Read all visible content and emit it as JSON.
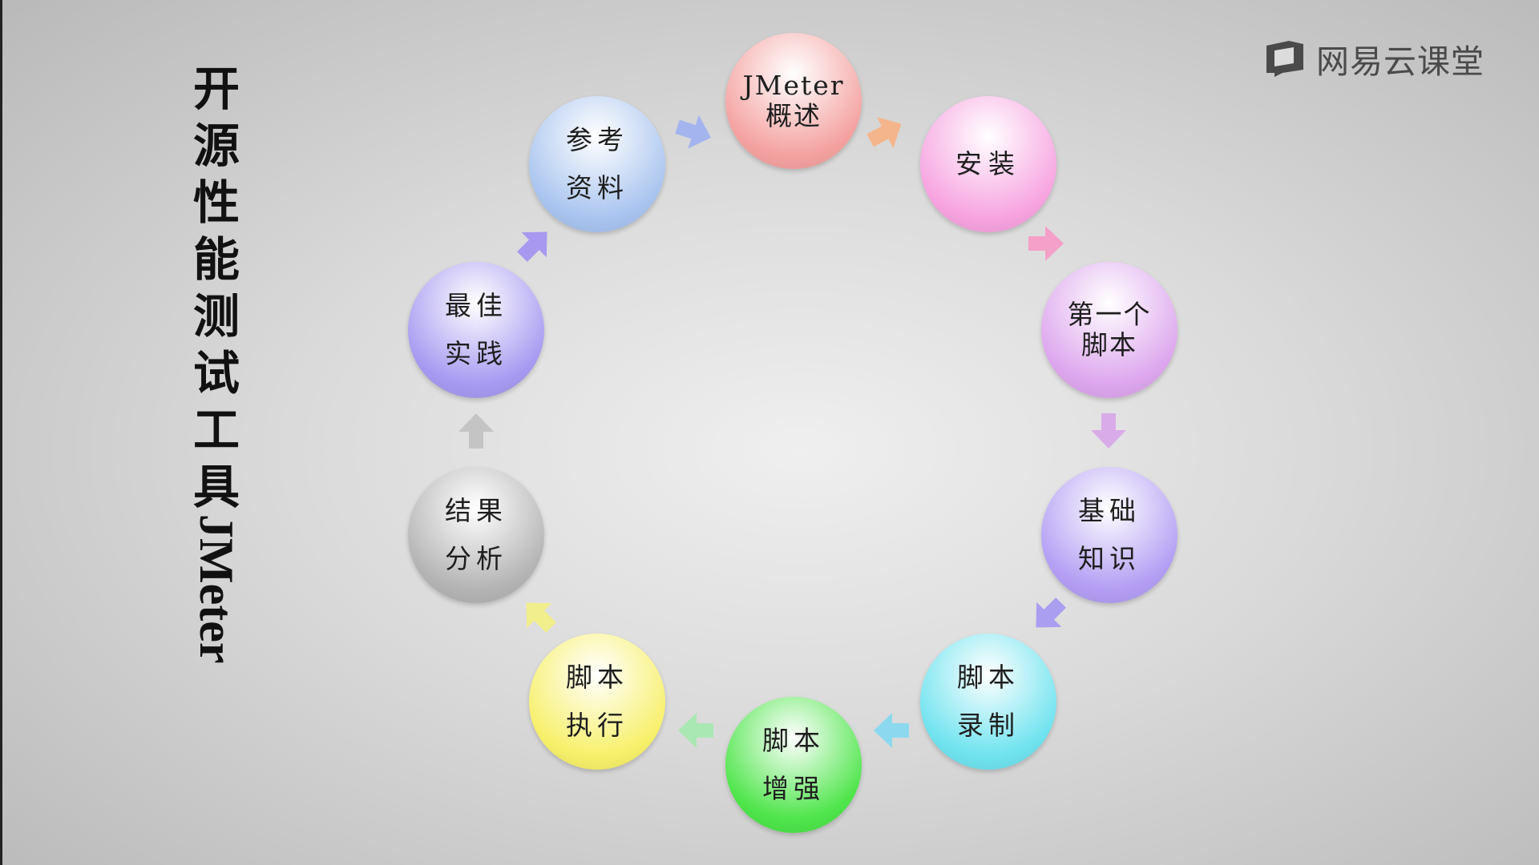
{
  "title": {
    "vertical_cjk": [
      "开",
      "源",
      "性",
      "能",
      "测",
      "试",
      "工",
      "具"
    ],
    "vertical_latin": "JMeter"
  },
  "brand": {
    "text": "网易云课堂",
    "icon": "book-icon",
    "color": "#4a4a4a"
  },
  "steps": [
    {
      "lines": [
        "JMeter",
        "概述"
      ],
      "color": "#f4a2a0"
    },
    {
      "lines": [
        "安装"
      ],
      "color": "#f7a3e0"
    },
    {
      "lines": [
        "第一个",
        "脚本"
      ],
      "color": "#dda6ee"
    },
    {
      "lines": [
        "基础",
        "知识"
      ],
      "color": "#b39ef4"
    },
    {
      "lines": [
        "脚本",
        "录制"
      ],
      "color": "#6fe3ef"
    },
    {
      "lines": [
        "脚本",
        "增强"
      ],
      "color": "#4ee54a"
    },
    {
      "lines": [
        "脚本",
        "执行"
      ],
      "color": "#f7f06a"
    },
    {
      "lines": [
        "结果",
        "分析"
      ],
      "color": "#b4b4b4"
    },
    {
      "lines": [
        "最佳",
        "实践"
      ],
      "color": "#a69af1"
    },
    {
      "lines": [
        "参考",
        "资料"
      ],
      "color": "#a8c4ef"
    }
  ],
  "arrow_colors": [
    "#f4b58a",
    "#f4a0c8",
    "#d9abe9",
    "#a99ef0",
    "#8cd9ef",
    "#a9e8b2",
    "#f1ee8c",
    "#c4c4c4",
    "#a898ef",
    "#a4b4ee"
  ]
}
